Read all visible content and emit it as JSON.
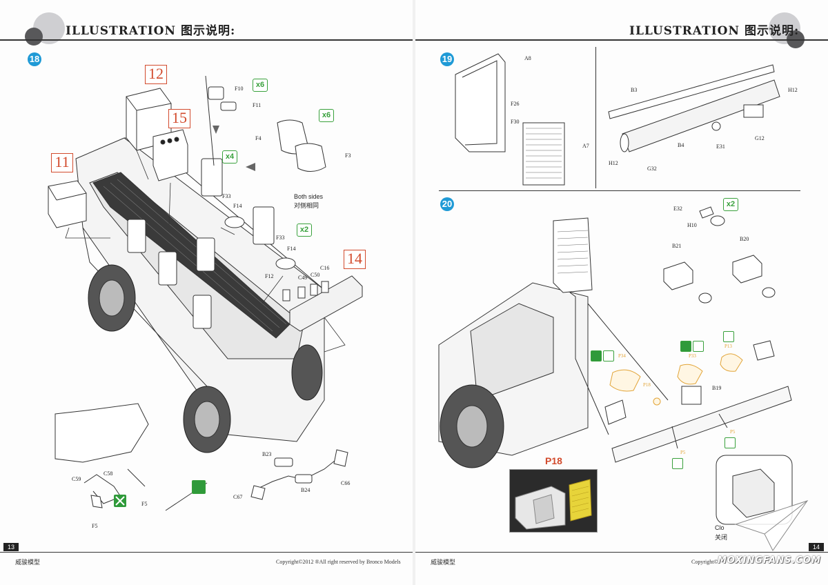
{
  "header": {
    "left_title": "ILLUSTRATION 图示说明:",
    "right_title": "ILLUSTRATION 图示说明:"
  },
  "steps": {
    "s18": "18",
    "s19": "19",
    "s20": "20"
  },
  "refs": {
    "r12": "12",
    "r15": "15",
    "r11": "11",
    "r14": "14"
  },
  "qty": {
    "q_f10": "x6",
    "q_f4": "x6",
    "q_seat": "x4",
    "q_seat2": "x2",
    "q_e32": "x2"
  },
  "left_labels": {
    "F10": "F10",
    "F11": "F11",
    "F4": "F4",
    "F3": "F3",
    "F33a": "F33",
    "F14a": "F14",
    "F33b": "F33",
    "F14b": "F14",
    "F12": "F12",
    "C49": "C49",
    "C50": "C50",
    "C16": "C16",
    "both_sides_en": "Both sides",
    "both_sides_cn": "对侧相同",
    "B23": "B23",
    "B24": "B24",
    "C66": "C66",
    "C67": "C67",
    "C58": "C58",
    "C59": "C59",
    "F5a": "F5",
    "F5b": "F5"
  },
  "right_labels": {
    "A8": "A8",
    "F26": "F26",
    "F30": "F30",
    "A7": "A7",
    "B3": "B3",
    "H12a": "H12",
    "B4": "B4",
    "E31": "E31",
    "G12": "G12",
    "H12b": "H12",
    "G32": "G32",
    "E32": "E32",
    "H10": "H10",
    "B21": "B21",
    "B20": "B20",
    "P34": "P34",
    "P18": "P18",
    "P33": "P33",
    "P13": "P13",
    "B19": "B19",
    "P5a": "P5",
    "P5b": "P5",
    "p18_title": "P18",
    "close_en": "Clo",
    "close_cn": "关闭"
  },
  "footer": {
    "left_page": "13",
    "right_page": "14",
    "left_brand": "威骏模型",
    "right_brand": "威骏模型",
    "left_copy": "Copyright©2012  ®All right reserved by Bronco Models",
    "right_copy": "Copyright©"
  },
  "watermark": "MOXINGFANS.COM",
  "colors": {
    "accent_blue": "#1f9ad6",
    "ref_red": "#d24a2c",
    "qty_green": "#38a03b",
    "paint_orange": "#e2a437"
  }
}
